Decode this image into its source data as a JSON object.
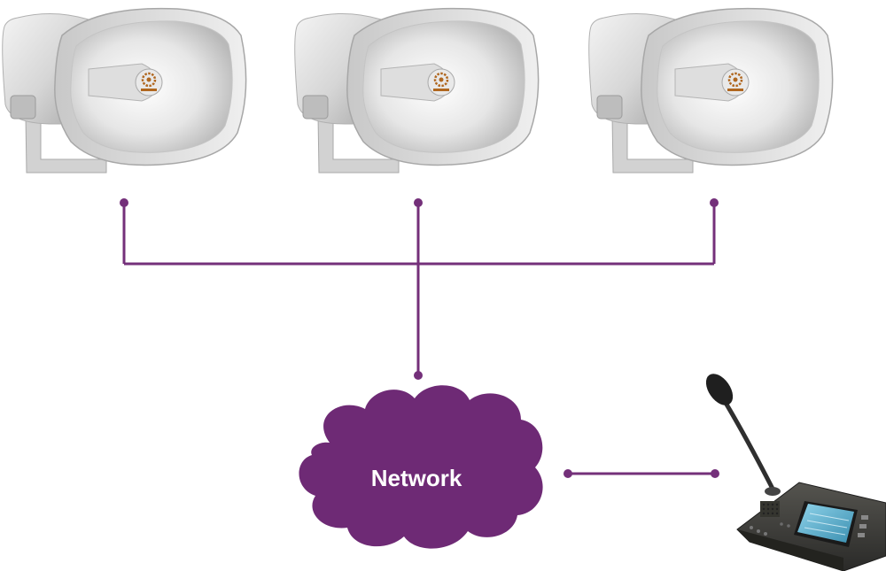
{
  "diagram": {
    "network_label": "Network",
    "colors": {
      "wire": "#74307a",
      "cloud": "#6e2a75",
      "cloud_text": "#ffffff",
      "horn_light": "#f2f2f2",
      "horn_mid": "#cfcfcf",
      "horn_dark": "#9a9a9a",
      "console_body": "#3a3a38",
      "screen": "#4fa9c7"
    },
    "nodes": [
      {
        "id": "horn-speaker-1",
        "icon": "horn-speaker-icon"
      },
      {
        "id": "horn-speaker-2",
        "icon": "horn-speaker-icon"
      },
      {
        "id": "horn-speaker-3",
        "icon": "horn-speaker-icon"
      },
      {
        "id": "network",
        "icon": "cloud-icon"
      },
      {
        "id": "paging-console",
        "icon": "microphone-console-icon"
      }
    ],
    "edges": [
      {
        "from": "horn-speaker-1",
        "to": "network"
      },
      {
        "from": "horn-speaker-2",
        "to": "network"
      },
      {
        "from": "horn-speaker-3",
        "to": "network"
      },
      {
        "from": "network",
        "to": "paging-console"
      }
    ]
  }
}
